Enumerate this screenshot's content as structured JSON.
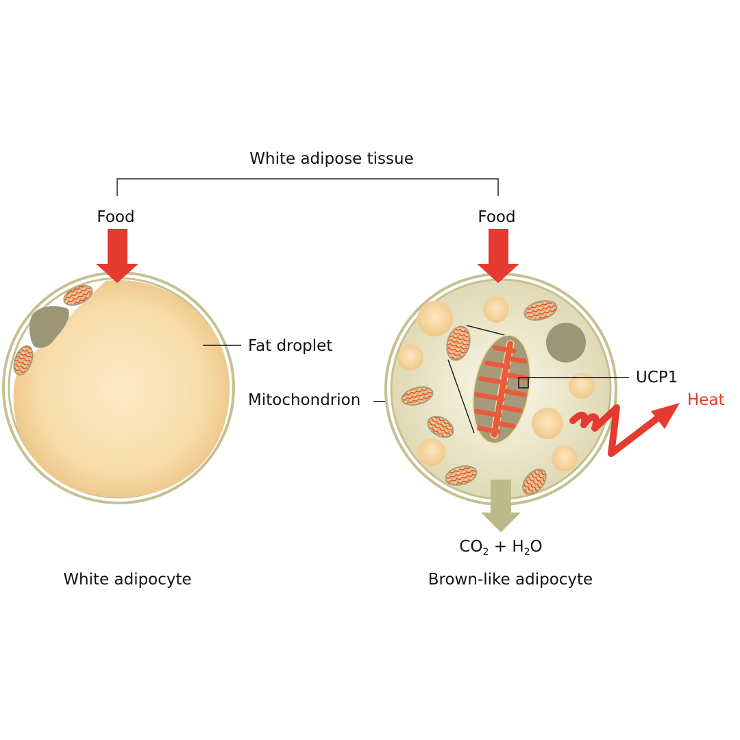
{
  "title": "White adipose tissue",
  "left": {
    "food": "Food",
    "fat_droplet": "Fat droplet",
    "mitochondrion": "Mitochondrion",
    "caption": "White adipocyte"
  },
  "right": {
    "food": "Food",
    "ucp1": "UCP1",
    "heat": "Heat",
    "output": {
      "co": "CO",
      "sub1": "2",
      "plus_h": " + H",
      "sub2": "2",
      "o": "O"
    },
    "caption": "Brown-like adipocyte"
  },
  "colors": {
    "arrow_red": "#e53a2f",
    "membrane": "#c4c090",
    "fat": "#f0c98a",
    "nucleus": "#9a9676",
    "cytoplasm": "#e9e3c6"
  }
}
